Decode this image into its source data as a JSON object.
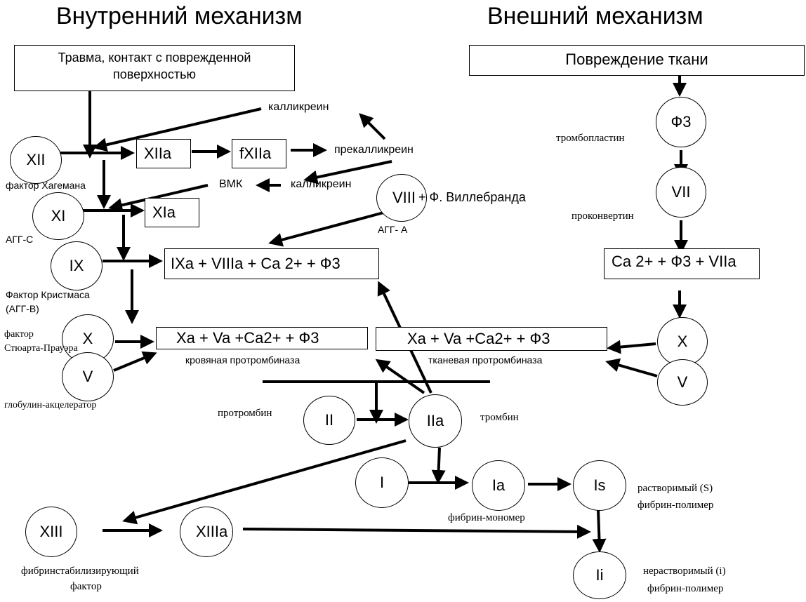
{
  "titles": {
    "intrinsic": "Внутренний механизм",
    "extrinsic": "Внешний механизм"
  },
  "boxes": {
    "trauma": "Травма, контакт с поврежденной поверхностью",
    "tissue_damage": "Повреждение ткани",
    "xiia": "XIIa",
    "fxiia": "fXIIa",
    "xia": "XIa",
    "ixa_complex": "IXa + VIIIa + Ca 2+ + Ф3",
    "xa_blood": "Xa + Va +Ca2+ + Ф3",
    "xa_tissue": "Xa + Va +Ca2+ + Ф3",
    "ca_complex": "Ca 2+ + Ф3 + VIIa"
  },
  "circles": {
    "xii": "XII",
    "xi": "XI",
    "ix": "IX",
    "x_left": "X",
    "v_left": "V",
    "viii": "VIII",
    "f3": "Ф3",
    "vii": "VII",
    "x_right": "X",
    "v_right": "V",
    "ii": "II",
    "iia": "IIa",
    "i": "I",
    "ia": "Ia",
    "is": "Is",
    "ii_insoluble": "Ii",
    "xiii": "XIII",
    "xiiia": "XIIIa"
  },
  "labels": {
    "kallikrein_top": "калликреин",
    "prekallikrein": "прекалликреин",
    "kallikrein_mid": "калликреин",
    "vmk": "ВМК",
    "willebrand": "+ Ф. Виллебранда",
    "agg_a": "АГГ- А",
    "hageman": "фактор Хагемана",
    "agg_c": "АГГ-С",
    "christmas_1": "Фактор Кристмаса",
    "christmas_2": "(АГГ-В)",
    "stuart_1": "фактор",
    "stuart_2": "Стюарта-Прауэра",
    "globulin": "глобулин-акцелератор",
    "blood_prothrombinase": "кровяная протромбиназа",
    "tissue_prothrombinase": "тканевая протромбиназа",
    "thromboplastin": "тромбопластин",
    "proconvertin": "проконвертин",
    "prothrombin": "протромбин",
    "thrombin": "тромбин",
    "soluble_1": "растворимый (S)",
    "soluble_2": "фибрин-полимер",
    "fibrin_monomer": "фибрин-мономер",
    "insoluble_1": "нерастворимый (i)",
    "insoluble_2": "фибрин-полимер",
    "stabilizing_1": "фибринстабилизирующий",
    "stabilizing_2": "фактор"
  }
}
